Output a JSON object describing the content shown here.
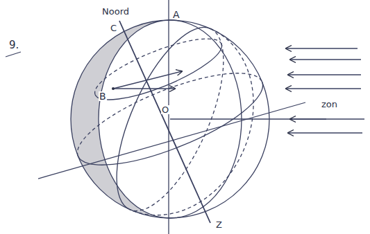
{
  "diagram": {
    "labels": [
      "9.",
      "Noord",
      "C",
      "A",
      "B",
      "O",
      "Z",
      "zon"
    ]
  }
}
